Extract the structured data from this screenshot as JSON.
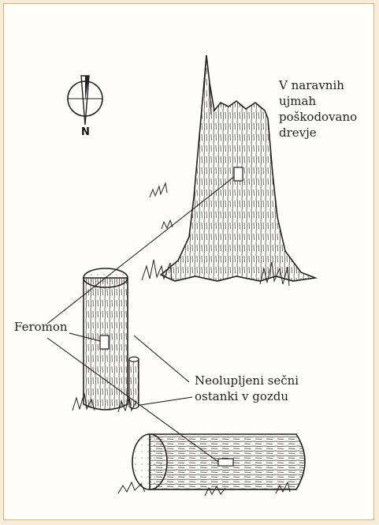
{
  "labels": {
    "damaged_trees": "V naravnih\nujmah\npoškodovano\ndrevje",
    "pheromone": "Feromon",
    "logging_residues": "Neolupljeni sečni\nostanki v gozdu",
    "north": "N"
  },
  "colors": {
    "background": "#f6ecd9",
    "panel": "#fffefb",
    "ink": "#222222",
    "border": "#c9b48e"
  }
}
